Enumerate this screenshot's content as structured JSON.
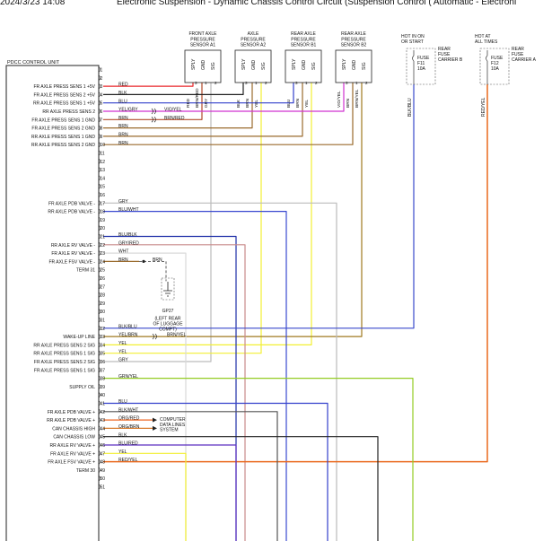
{
  "header": {
    "timestamp": "2024/3/23 14:08",
    "title": "Electronic Suspension - Dynamic Chassis Control Circuit (Suspension Control ( Automatic - Electroni"
  },
  "module": {
    "name": "PDCC CONTROL UNIT"
  },
  "sensors": [
    {
      "name": [
        "FRONT AXLE",
        "PRESSURE",
        "SENSOR A1"
      ],
      "pins": [
        "SPLY",
        "GND",
        "SIG"
      ],
      "pin_numbers": [
        "3",
        "1",
        "2"
      ],
      "wire_colors": [
        "RED",
        "BRN/RED",
        "GRY"
      ]
    },
    {
      "name": [
        "AXLE",
        "PRESSURE",
        "SENSOR A2"
      ],
      "pins": [
        "SPLY",
        "GND",
        "SIG"
      ],
      "pin_numbers": [
        "3",
        "1",
        "2"
      ],
      "wire_colors": [
        "BLK",
        "BRN",
        "YEL"
      ]
    },
    {
      "name": [
        "REAR AXLE",
        "PRESSURE",
        "SENSOR B1"
      ],
      "pins": [
        "SPLY",
        "GND",
        "SIG"
      ],
      "pin_numbers": [
        "3",
        "1",
        "2"
      ],
      "wire_colors": [
        "BLU",
        "BRN",
        "YEL"
      ]
    },
    {
      "name": [
        "REAR AXLE",
        "PRESSURE",
        "SENSOR B2"
      ],
      "pins": [
        "SPLY",
        "GND",
        "SIG"
      ],
      "pin_numbers": [
        "3",
        "1",
        "2"
      ],
      "wire_colors": [
        "VIO/YEL",
        "BRN",
        "BRN/YEL"
      ]
    }
  ],
  "fuses": [
    {
      "header": [
        "HOT IN ON",
        "OR START"
      ],
      "fuse": [
        "FUSE",
        "F11",
        "10A"
      ],
      "carrier": [
        "REAR",
        "FUSE",
        "CARRIER B"
      ],
      "wire_color": "BLK/BLU"
    },
    {
      "header": [
        "HOT AT",
        "ALL TIMES"
      ],
      "fuse": [
        "FUSE",
        "F12",
        "10A"
      ],
      "carrier": [
        "REAR",
        "FUSE",
        "CARRIER A"
      ],
      "wire_color": "RED/YEL"
    }
  ],
  "pins": [
    {
      "n": "1",
      "label": "",
      "wire": ""
    },
    {
      "n": "2",
      "label": "",
      "wire": ""
    },
    {
      "n": "3",
      "label": "FR AXLE PRESS SENS 1 +5V",
      "wire": "RED"
    },
    {
      "n": "4",
      "label": "FR AXLE PRESS SENS 2 +5V",
      "wire": "BLK"
    },
    {
      "n": "5",
      "label": "RR AXLE PRESS SENS 1 +5V",
      "wire": "BLU"
    },
    {
      "n": "6",
      "label": "RR AXLE PRESS SENS 2",
      "wire": "YEL/GRY"
    },
    {
      "n": "7",
      "label": "FR AXLE PRESS SENS 1 GND",
      "wire": "BRN"
    },
    {
      "n": "8",
      "label": "FR AXLE PRESS SENS 2 GND",
      "wire": "BRN"
    },
    {
      "n": "9",
      "label": "RR AXLE PRESS SENS 1 GND",
      "wire": "BRN"
    },
    {
      "n": "10",
      "label": "RR AXLE PRESS SENS 2 GND",
      "wire": "BRN"
    },
    {
      "n": "11",
      "label": "",
      "wire": ""
    },
    {
      "n": "12",
      "label": "",
      "wire": ""
    },
    {
      "n": "13",
      "label": "",
      "wire": ""
    },
    {
      "n": "14",
      "label": "",
      "wire": ""
    },
    {
      "n": "15",
      "label": "",
      "wire": ""
    },
    {
      "n": "16",
      "label": "",
      "wire": ""
    },
    {
      "n": "17",
      "label": "FR AXLE PDB VALVE -",
      "wire": "GRY"
    },
    {
      "n": "18",
      "label": "RR AXLE PDB VALVE -",
      "wire": "BLU/WHT"
    },
    {
      "n": "19",
      "label": "",
      "wire": ""
    },
    {
      "n": "20",
      "label": "",
      "wire": ""
    },
    {
      "n": "21",
      "label": "",
      "wire": "BLU/BLK"
    },
    {
      "n": "22",
      "label": "RR AXLE RV VALVE -",
      "wire": "GRY/RED"
    },
    {
      "n": "23",
      "label": "FR AXLE RV VALVE -",
      "wire": "WHT"
    },
    {
      "n": "24",
      "label": "FR AXLE FSV VALVE -",
      "wire": "BRN"
    },
    {
      "n": "25",
      "label": "TERM 31",
      "wire": ""
    },
    {
      "n": "26",
      "label": "",
      "wire": ""
    },
    {
      "n": "27",
      "label": "",
      "wire": ""
    },
    {
      "n": "28",
      "label": "",
      "wire": ""
    },
    {
      "n": "29",
      "label": "",
      "wire": ""
    },
    {
      "n": "30",
      "label": "",
      "wire": ""
    },
    {
      "n": "31",
      "label": "",
      "wire": ""
    },
    {
      "n": "32",
      "label": "",
      "wire": "BLK/BLU"
    },
    {
      "n": "33",
      "label": "WAKE-UP LINE",
      "wire": "YEL/BRN"
    },
    {
      "n": "34",
      "label": "RR AXLE PRESS SENS 2 SIG",
      "wire": "YEL"
    },
    {
      "n": "35",
      "label": "RR AXLE PRESS SENS 1 SIG",
      "wire": "YEL"
    },
    {
      "n": "36",
      "label": "FR AXLE PRESS SENS 2 SIG",
      "wire": "GRY"
    },
    {
      "n": "37",
      "label": "FR AXLE PRESS SENS 1 SIG",
      "wire": ""
    },
    {
      "n": "38",
      "label": "",
      "wire": "GRN/YEL"
    },
    {
      "n": "39",
      "label": "SUPPLY OIL",
      "wire": ""
    },
    {
      "n": "40",
      "label": "",
      "wire": ""
    },
    {
      "n": "41",
      "label": "",
      "wire": "BLU"
    },
    {
      "n": "42",
      "label": "FR AXLE PDB VALVE +",
      "wire": "BLK/WHT"
    },
    {
      "n": "43",
      "label": "RR AXLE PDB VALVE +",
      "wire": "ORG/RED"
    },
    {
      "n": "44",
      "label": "CAN CHASSIS HIGH",
      "wire": "ORG/BRN"
    },
    {
      "n": "45",
      "label": "CAN CHASSIS LOW",
      "wire": "BLK"
    },
    {
      "n": "46",
      "label": "RR AXLE RV VALVE +",
      "wire": "BLU/RED"
    },
    {
      "n": "47",
      "label": "FR AXLE RV VALVE +",
      "wire": "YEL"
    },
    {
      "n": "48",
      "label": "FR AXLE FSV VALVE +",
      "wire": "RED/YEL"
    },
    {
      "n": "49",
      "label": "TERM 30",
      "wire": ""
    },
    {
      "n": "50",
      "label": "",
      "wire": ""
    },
    {
      "n": "51",
      "label": "",
      "wire": ""
    }
  ],
  "splice_labels": {
    "vio_yel": "VIO/YEL",
    "brn_red": "BRN/RED",
    "brn_yel": "BRN/YEL",
    "brn_term": "BRN"
  },
  "ground": {
    "id": "GP27",
    "desc": [
      "(LEFT REAR",
      "OF LUGGAGE",
      "COMPT)"
    ]
  },
  "can_ref": [
    "COMPUTER",
    "DATA LINES",
    "SYSTEM"
  ],
  "colors": {
    "RED": "#e8262a",
    "BLK": "#222222",
    "BLU": "#3340cc",
    "YEL/GRY": "#d8d83a",
    "BRN": "#9a6a2c",
    "GRY": "#bcbcbc",
    "BLU/WHT": "#3a49d0",
    "BLU/BLK": "#1f2fa8",
    "GRY/RED": "#c98a8a",
    "WHT": "#d9d9d9",
    "BLK/BLU": "#3a49cc",
    "YEL/BRN": "#c9b030",
    "YEL": "#f2ef33",
    "GRN/YEL": "#93cc22",
    "BLK/WHT": "#555555",
    "ORG/RED": "#ee6622",
    "ORG/BRN": "#d87a2a",
    "BLU/RED": "#5a2fc0",
    "RED/YEL": "#ea6a1e",
    "VIO/YEL": "#d033d0",
    "BRN/RED": "#b04a2a",
    "BRN/YEL": "#a07a20"
  }
}
